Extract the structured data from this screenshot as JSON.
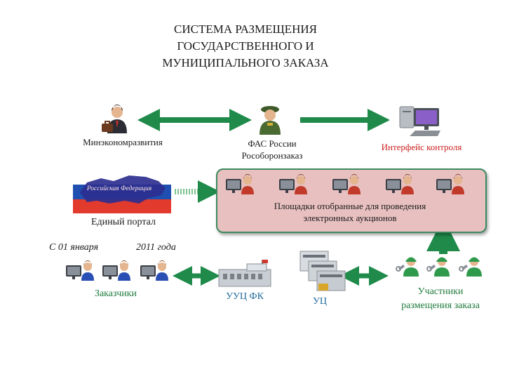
{
  "title": {
    "line1": "СИСТЕМА РАЗМЕЩЕНИЯ",
    "line2": "ГОСУДАРСТВЕННОГО И",
    "line3": "МУНИЦИПАЛЬНОГО ЗАКАЗА"
  },
  "nodes": {
    "minecon": "Минэкономразвития",
    "fas_line1": "ФАС России",
    "fas_line2": "Рособоронзаказ",
    "control": "Интерфейс контроля",
    "portal": "Единый портал",
    "portal_flag": "Российская Федерация",
    "platforms_line1": "Площадки отобранные для проведения",
    "platforms_line2": "электронных аукционов",
    "date_part1": "С 01 января",
    "date_part2": "2011 года",
    "customers": "Заказчики",
    "uuc": "УУЦ ФК",
    "uc": "УЦ",
    "participants_line1": "Участники",
    "participants_line2": "размещения заказа"
  },
  "icons": [
    "businessman-icon",
    "officer-icon",
    "computer-icon",
    "russia-map-icon",
    "operator-icon",
    "building-icon",
    "server-icon",
    "worker-icon"
  ],
  "colors": {
    "arrow": "#1f8a4a",
    "panel_fill": "#e8c0c0",
    "panel_border": "#3d8a5f",
    "control_text": "#cc2222",
    "participants_text": "#1f7a3c"
  }
}
